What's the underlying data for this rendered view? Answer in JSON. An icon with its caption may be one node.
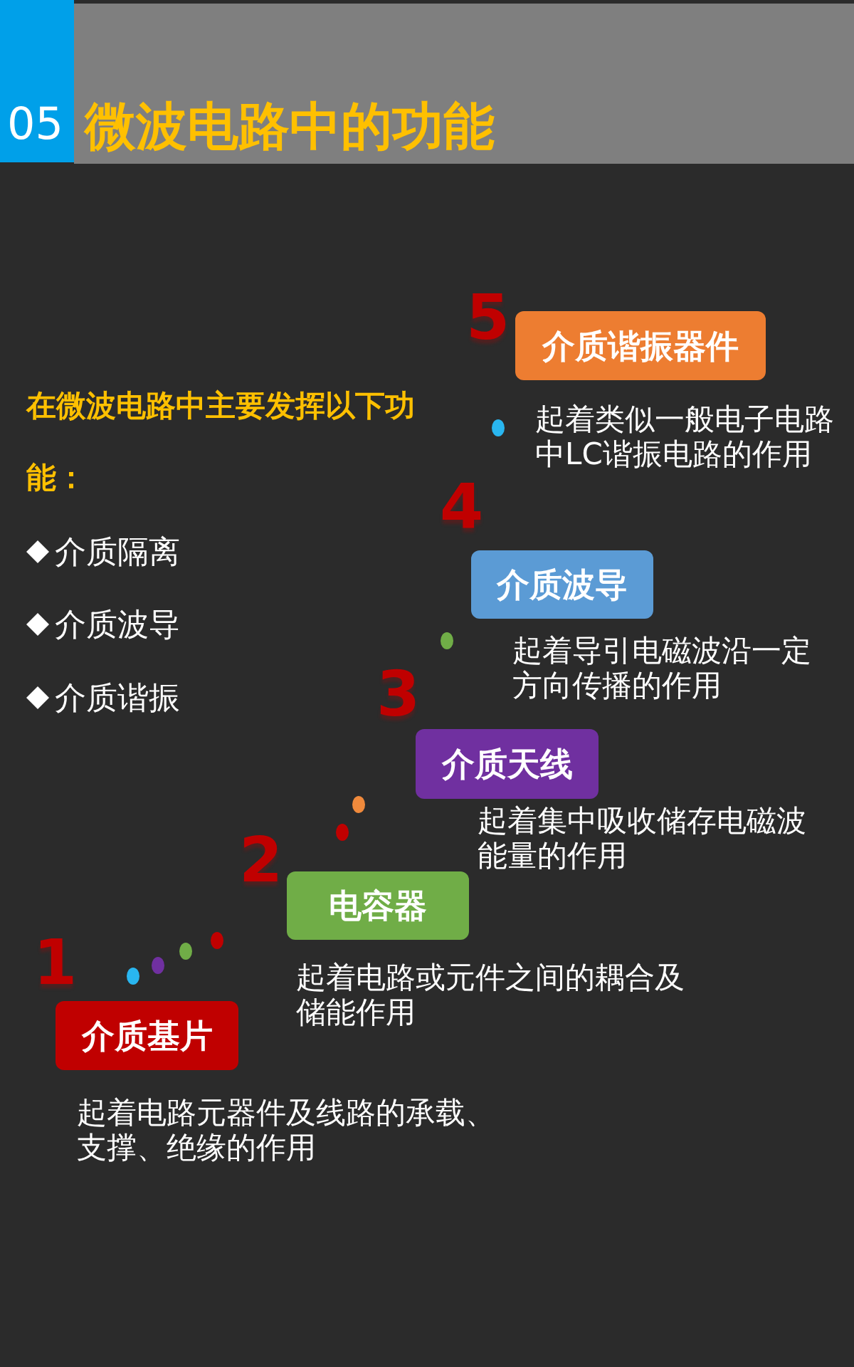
{
  "diagram": {
    "title": "微波电路中的功能",
    "nodes": [
      {
        "text": [
          "介质基片"
        ],
        "beside": [
          "1",
          "起着电路元器件及线路的承载、支撑、绝缘的作用"
        ]
      },
      {
        "text": [
          "电容器"
        ],
        "beside": [
          "2",
          "起着电路或元件之间的耦合及储能作用"
        ]
      },
      {
        "text": [
          "介质天线"
        ],
        "beside": [
          "3",
          "起着集中吸收储存电磁波能量的作用"
        ]
      },
      {
        "text": [
          "介质波导"
        ],
        "beside": [
          "4",
          "起着导引电磁波沿一定方向传播的作用"
        ]
      },
      {
        "text": [
          "介质谐振器件"
        ],
        "beside": [
          "5",
          "起着类似一般电子电路中LC谐振电路的作用"
        ]
      }
    ],
    "labels": [
      "05",
      "在微波电路中主要发挥以下功能：",
      "介质隔离",
      "介质波导",
      "介质谐振"
    ]
  }
}
